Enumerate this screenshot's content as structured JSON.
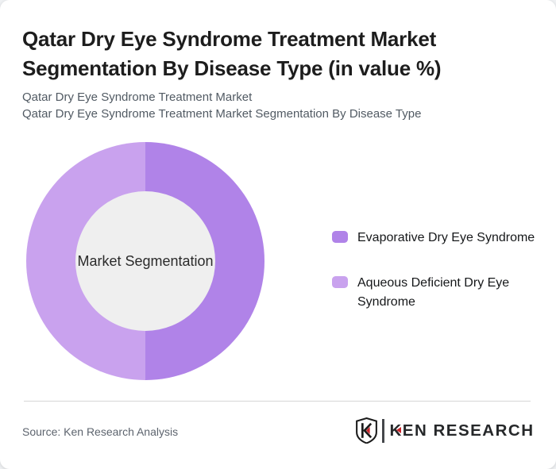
{
  "header": {
    "title": "Qatar Dry Eye Syndrome Treatment Market Segmentation By Disease Type (in value %)",
    "subtitle_line1": "Qatar Dry Eye Syndrome Treatment Market",
    "subtitle_line2": "Qatar Dry Eye Syndrome Treatment Market Segmentation By Disease Type"
  },
  "chart_data": {
    "type": "pie",
    "subtype": "donut",
    "title": "Qatar Dry Eye Syndrome Treatment Market Segmentation By Disease Type (in value %)",
    "center_label": "Market Segmentation",
    "legend_position": "right",
    "data_labels_shown": false,
    "start_angle_deg": 0,
    "direction": "clockwise",
    "hole_color": "#efefef",
    "series": [
      {
        "name": "Evaporative Dry Eye Syndrome",
        "value": 50,
        "color": "#b083e8"
      },
      {
        "name": "Aqueous Deficient Dry Eye Syndrome",
        "value": 50,
        "color": "#c9a2ee"
      }
    ]
  },
  "footer": {
    "source_text": "Source: Ken Research Analysis",
    "logo": {
      "brand_text": "KEN RESEARCH",
      "emblem": "ken-research-shield-k",
      "accent_color": "#c9252b",
      "text_color": "#26282a"
    }
  }
}
